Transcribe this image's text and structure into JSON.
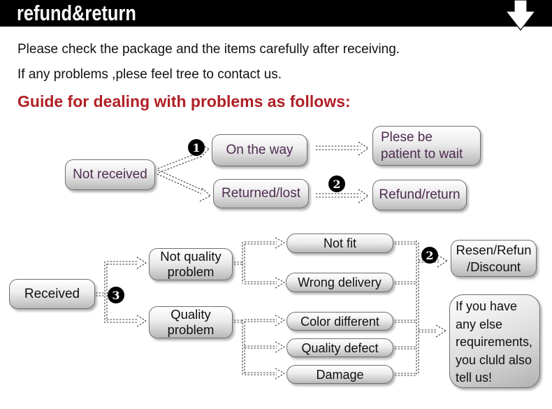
{
  "banner": {
    "title": "refund&return"
  },
  "intro": {
    "line1": "Please check the package and the items carefully after receiving.",
    "line2": "If any problems ,plese feel tree to contact us."
  },
  "heading": {
    "text": "Guide for dealing with problems as follows:"
  },
  "colors": {
    "heading_red": "#b02025",
    "box_text_purple": "#4d2b50",
    "box_text_black": "#101010",
    "badge_bg": "#000000",
    "banner_bg": "#000000"
  },
  "flow1": {
    "badge1": "1",
    "badge2": "2",
    "not_received": "Not received",
    "on_the_way": "On the way",
    "returned_lost": "Returned/lost",
    "patient_line1": "Plese be",
    "patient_line2": "patient to wait",
    "refund_return": "Refund/return"
  },
  "flow2": {
    "badge3": "3",
    "badge2": "2",
    "received": "Received",
    "not_quality_line1": "Not quality",
    "not_quality_line2": "problem",
    "quality_line1": "Quality",
    "quality_line2": "problem",
    "not_fit": "Not fit",
    "wrong_delivery": "Wrong delivery",
    "color_different": "Color different",
    "quality_defect": "Quality defect",
    "damage": "Damage",
    "resen_line1": "Resen/Refun",
    "resen_line2": "/Discount",
    "note_lines": [
      "If you have",
      "any else",
      "requirements,",
      "you cluld also",
      "tell us!"
    ]
  }
}
